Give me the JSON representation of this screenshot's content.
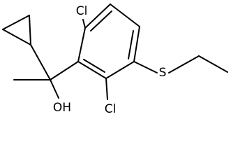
{
  "molecule": {
    "atoms": {
      "cl_top": "Cl",
      "cl_bottom": "Cl",
      "sulfur": "S",
      "hydroxyl": "OH"
    },
    "colors": {
      "bond": "#000000",
      "label": "#000000",
      "background": "#ffffff"
    }
  }
}
